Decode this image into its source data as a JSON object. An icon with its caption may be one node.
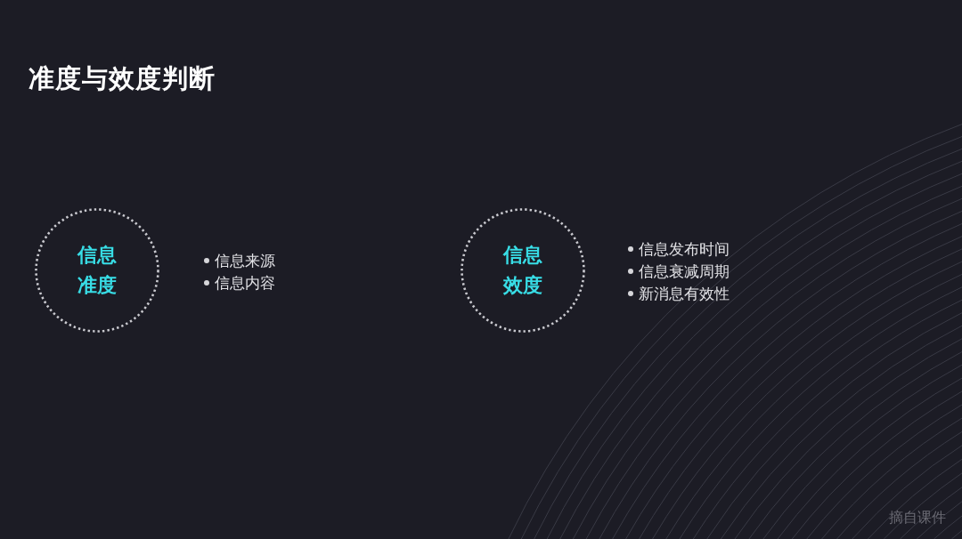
{
  "diagram": {
    "title": "准度与效度判断",
    "nodes": [
      {
        "text": [
          "信息准度"
        ],
        "beside": [
          "信息来源",
          "信息内容"
        ]
      },
      {
        "text": [
          "信息效度"
        ],
        "beside": [
          "信息发布时间",
          "信息衰减周期",
          "新消息有效性"
        ]
      }
    ],
    "labels": [
      "摘自课件"
    ]
  }
}
